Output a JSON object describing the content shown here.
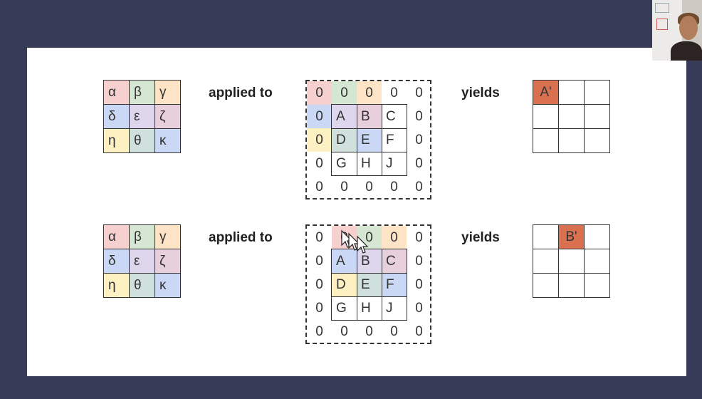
{
  "colors": {
    "red": "#f6cfcf",
    "green": "#d5e7d2",
    "orange": "#fde4c6",
    "blue": "#cad8f5",
    "purple": "#ddd6ec",
    "pink": "#e8cfdc",
    "yellow": "#fdf0c3",
    "teal": "#cfe0dd",
    "output_hit": "#d9704f"
  },
  "kernel": {
    "cells": [
      "α",
      "β",
      "γ",
      "δ",
      "ε",
      "ζ",
      "η",
      "θ",
      "κ"
    ],
    "colors": [
      "red",
      "green",
      "orange",
      "blue",
      "purple",
      "pink",
      "yellow",
      "teal",
      "blue"
    ]
  },
  "examples": [
    {
      "label_applied": "applied to",
      "label_yields": "yields",
      "pad_values": [
        [
          "0",
          "0",
          "0",
          "0",
          "0"
        ],
        [
          "0",
          "",
          "",
          "",
          "0"
        ],
        [
          "0",
          "",
          "",
          "",
          "0"
        ],
        [
          "0",
          "",
          "",
          "",
          "0"
        ],
        [
          "0",
          "0",
          "0",
          "0",
          "0"
        ]
      ],
      "inner_values": [
        [
          "A",
          "B",
          "C"
        ],
        [
          "D",
          "E",
          "F"
        ],
        [
          "G",
          "H",
          "J"
        ]
      ],
      "output": [
        "A'",
        "",
        "",
        "",
        "",
        "",
        "",
        "",
        ""
      ],
      "hit_index": 0
    },
    {
      "label_applied": "applied to",
      "label_yields": "yields",
      "pad_values": [
        [
          "0",
          "0",
          "0",
          "0",
          "0"
        ],
        [
          "0",
          "",
          "",
          "",
          "0"
        ],
        [
          "0",
          "",
          "",
          "",
          "0"
        ],
        [
          "0",
          "",
          "",
          "",
          "0"
        ],
        [
          "0",
          "0",
          "0",
          "0",
          "0"
        ]
      ],
      "inner_values": [
        [
          "A",
          "B",
          "C"
        ],
        [
          "D",
          "E",
          "F"
        ],
        [
          "G",
          "H",
          "J"
        ]
      ],
      "output": [
        "",
        "B'",
        "",
        "",
        "",
        "",
        "",
        "",
        ""
      ],
      "hit_index": 1
    }
  ]
}
